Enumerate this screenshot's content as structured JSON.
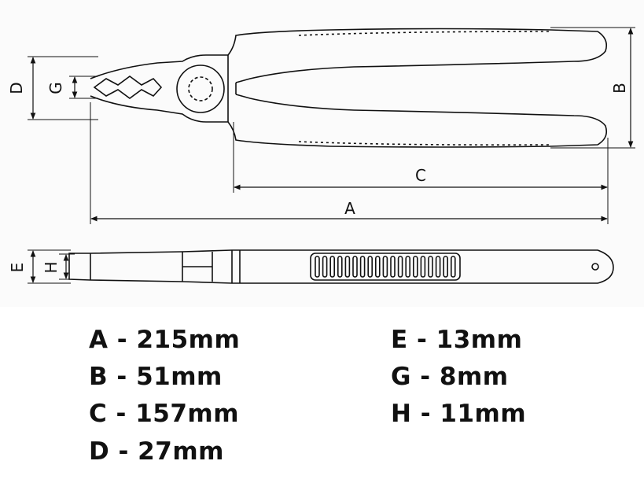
{
  "dimension_labels": {
    "A": "A",
    "B": "B",
    "C": "C",
    "D": "D",
    "E": "E",
    "G": "G",
    "H": "H"
  },
  "specs_left": [
    {
      "text": "A - 215mm"
    },
    {
      "text": "B - 51mm"
    },
    {
      "text": "C - 157mm"
    },
    {
      "text": "D - 27mm"
    }
  ],
  "specs_right": [
    {
      "text": "E - 13mm"
    },
    {
      "text": "G - 8mm"
    },
    {
      "text": "H - 11mm"
    }
  ]
}
